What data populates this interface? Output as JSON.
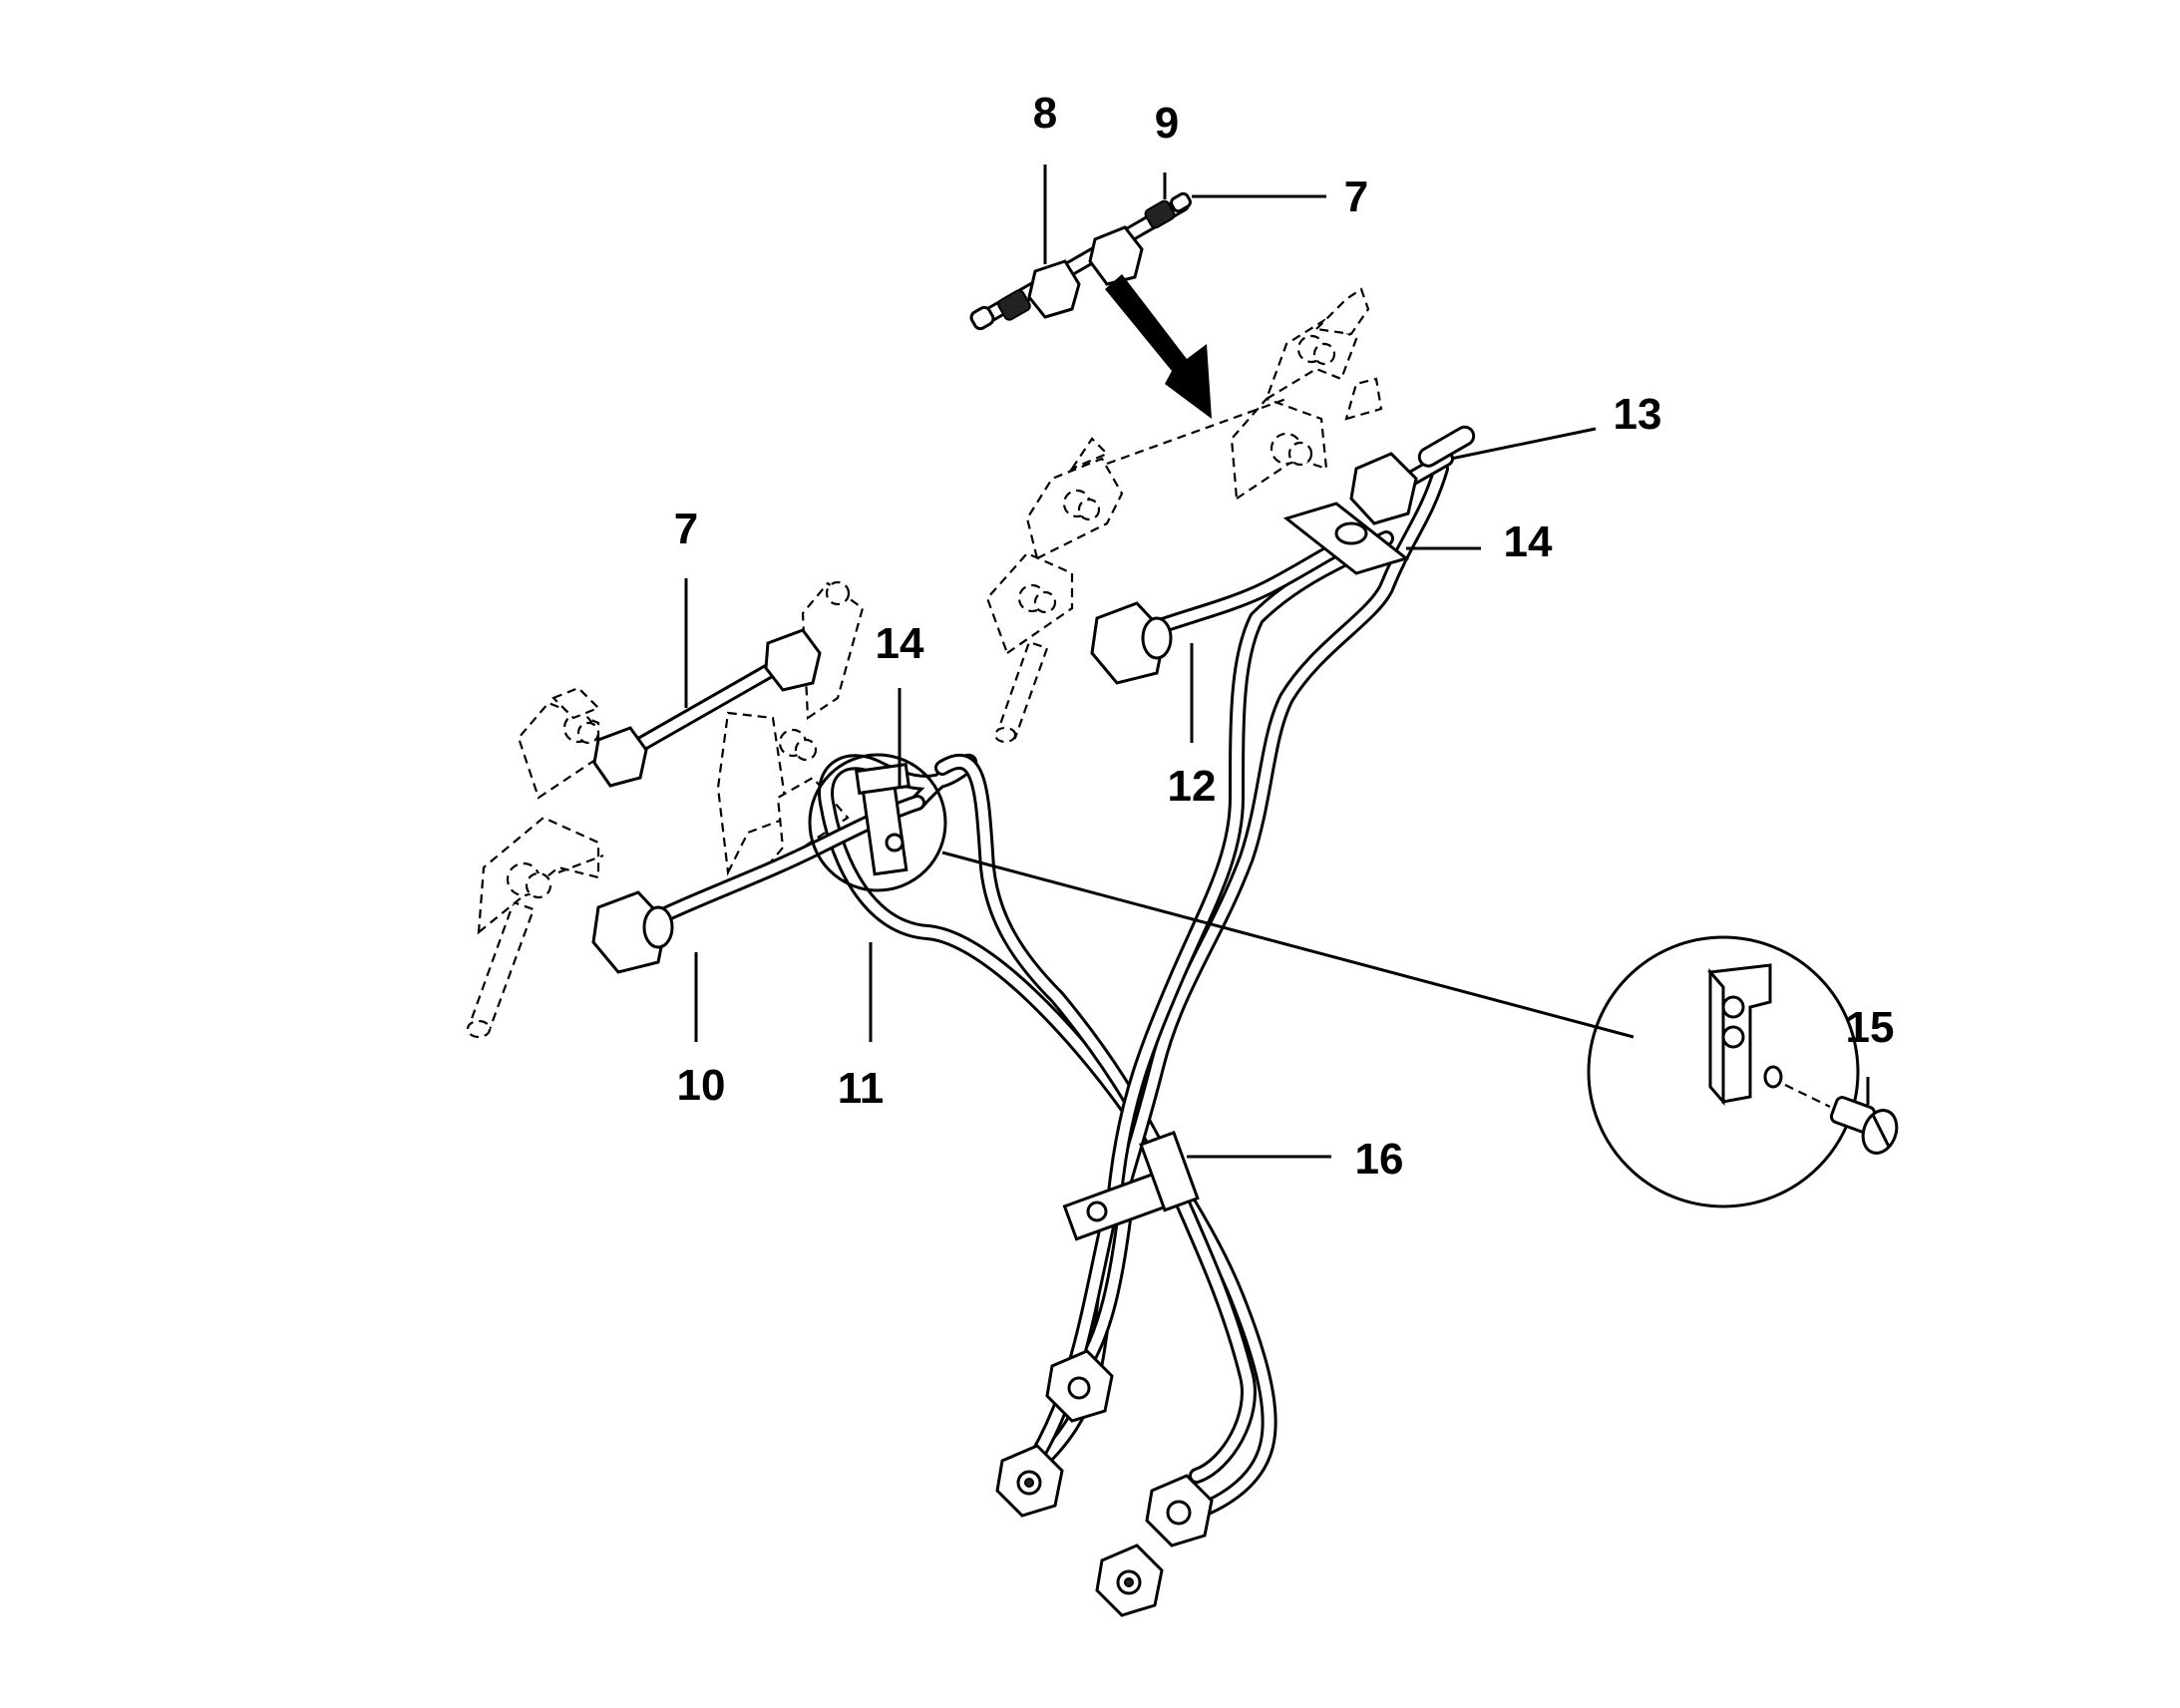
{
  "callouts": {
    "c8": "8",
    "c9": "9",
    "c7_top": "7",
    "c13": "13",
    "c14_right": "14",
    "c7_left": "7",
    "c14_left": "14",
    "c12": "12",
    "c15": "15",
    "c10": "10",
    "c11": "11",
    "c16": "16"
  },
  "colors": {
    "line": "#000000",
    "background": "#ffffff"
  }
}
